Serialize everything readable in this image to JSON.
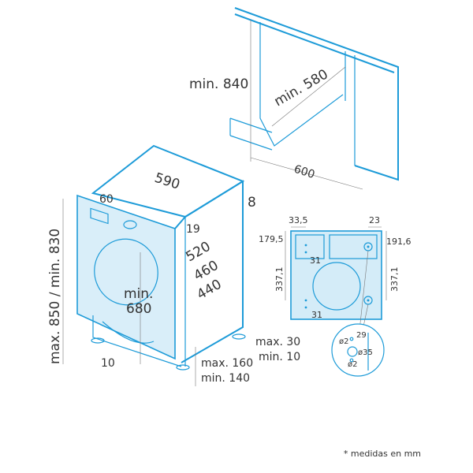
{
  "niche": {
    "height": "min. 840",
    "depth": "min. 580",
    "width": "600"
  },
  "machine": {
    "width": "590",
    "offset_top": "60",
    "top_gap": "8",
    "door_offset": "19",
    "depth_1": "520",
    "depth_2": "460",
    "depth_3": "440",
    "door_height_line1": "min.",
    "door_height_line2": "680",
    "height": "max. 850 / min. 830",
    "foot_offset": "10",
    "plinth_max": "max. 160",
    "plinth_min": "min. 140",
    "foot_max": "max. 30",
    "foot_min": "min. 10"
  },
  "door_panel": {
    "left_offset": "33,5",
    "right_offset": "23",
    "top_left": "179,5",
    "top_right": "191,6",
    "spacing_left": "337,1",
    "spacing_right": "337,1",
    "hole_gap_top": "31",
    "hole_gap_bottom": "31"
  },
  "detail": {
    "offset": "29",
    "small_hole_top": "ø2",
    "big_hole": "ø35",
    "small_hole_bottom": "ø2"
  },
  "footnote": "* medidas en mm",
  "colors": {
    "accent": "#1d9bd8",
    "panel_fill": "#d4ecf8"
  }
}
